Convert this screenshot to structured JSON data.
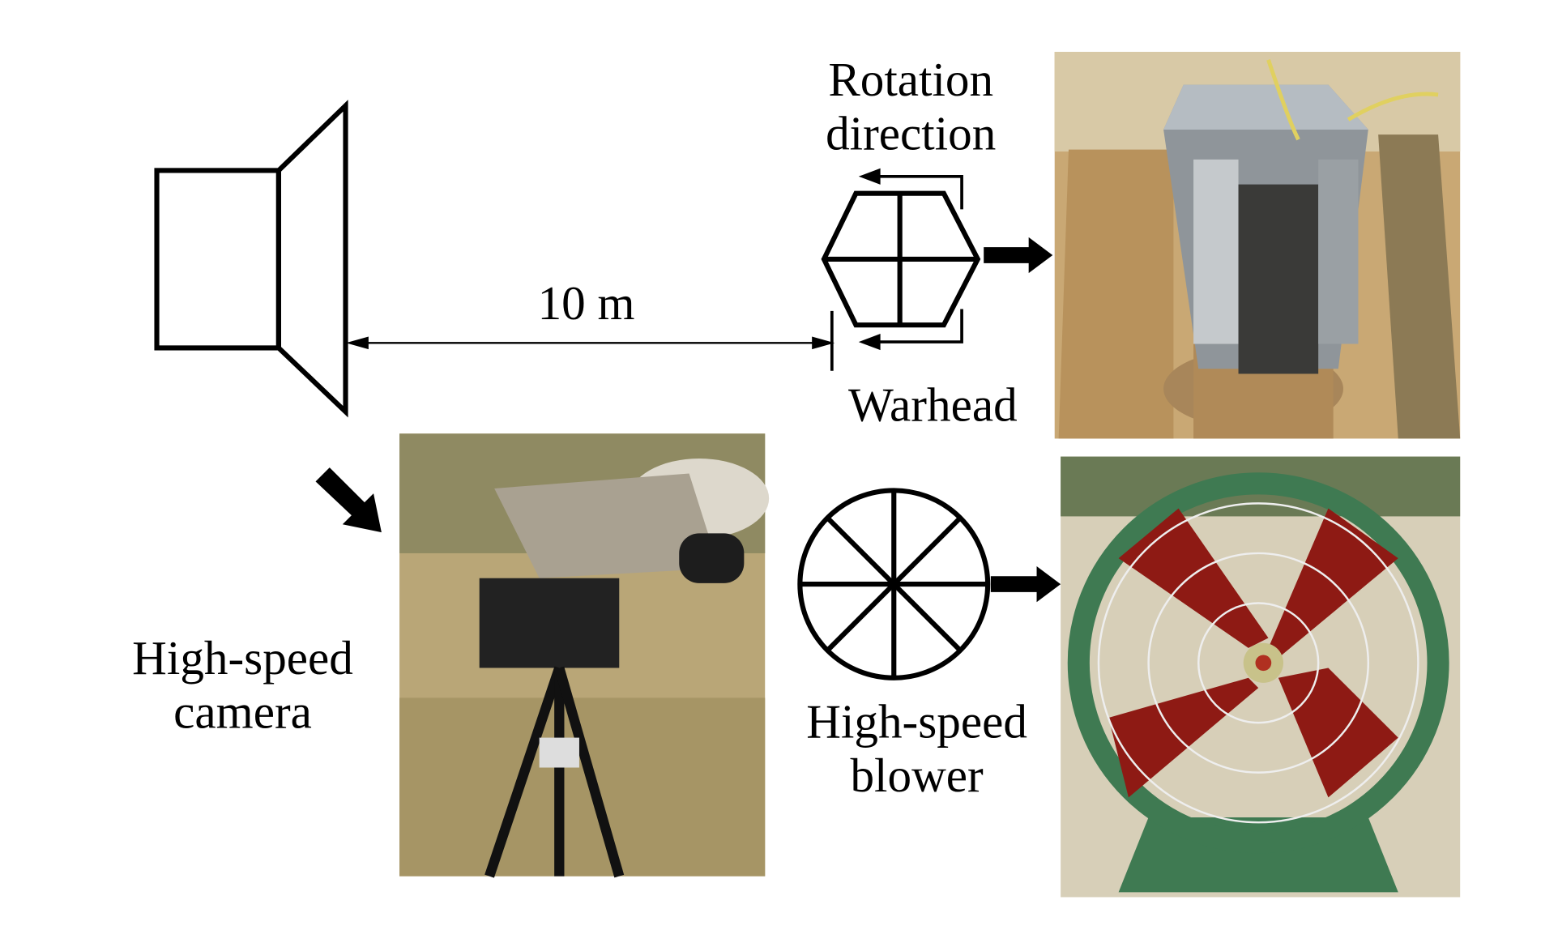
{
  "labels": {
    "rotation_line1": "Rotation",
    "rotation_line2": "direction",
    "distance": "10 m",
    "warhead": "Warhead",
    "camera_line1": "High-speed",
    "camera_line2": "camera",
    "blower_line1": "High-speed",
    "blower_line2": "blower"
  },
  "colors": {
    "line": "#000000",
    "sand": "#c9a874",
    "fan_guard": "#3f7a52",
    "fan_blade": "#8e1a14"
  }
}
